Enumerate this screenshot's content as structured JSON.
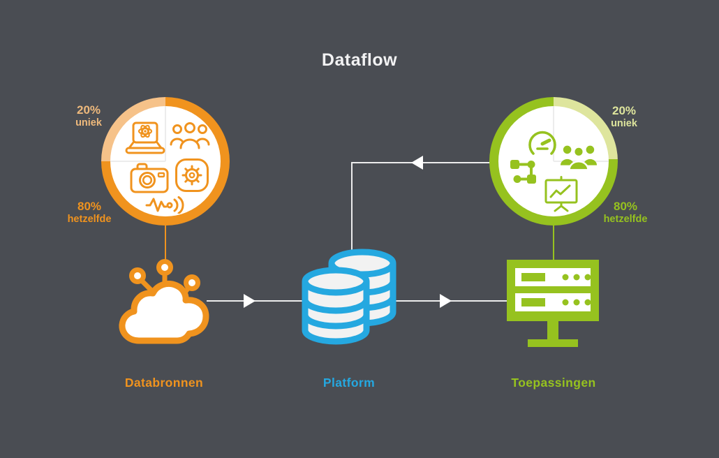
{
  "title": "Dataflow",
  "colors": {
    "background": "#4a4d53",
    "orange": "#f0931e",
    "orange_light": "#f6c289",
    "green": "#96c21f",
    "green_light": "#dee59d",
    "blue": "#25a8e0",
    "connector": "#ededed"
  },
  "sources": {
    "label": "Databronnen",
    "donut": {
      "unique_pct": "20%",
      "unique_word": "uniek",
      "same_pct": "80%",
      "same_word": "hetzelfde"
    },
    "content_icons": [
      "laptop-ai-icon",
      "user-group-icon",
      "camera-icon",
      "settings-gear-icon",
      "audio-wave-icon"
    ],
    "node_icon": "cloud-network-icon"
  },
  "platform": {
    "label": "Platform",
    "node_icon": "database-icon"
  },
  "applications": {
    "label": "Toepassingen",
    "donut": {
      "unique_pct": "20%",
      "unique_word": "uniek",
      "same_pct": "80%",
      "same_word": "hetzelfde"
    },
    "content_icons": [
      "speedometer-icon",
      "team-icon",
      "flowchart-icon",
      "presentation-chart-icon"
    ],
    "node_icon": "server-icon"
  },
  "flows": [
    {
      "from": "Databronnen",
      "to": "Platform"
    },
    {
      "from": "Platform",
      "to": "Toepassingen"
    },
    {
      "from": "Toepassingen",
      "to": "Platform"
    }
  ]
}
